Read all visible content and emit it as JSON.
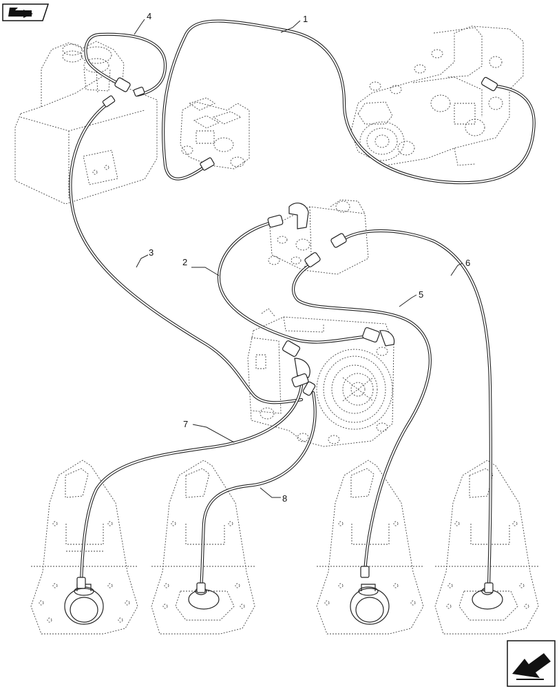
{
  "diagram": {
    "callouts": [
      {
        "id": "1",
        "label": "1"
      },
      {
        "id": "2",
        "label": "2"
      },
      {
        "id": "3",
        "label": "3"
      },
      {
        "id": "4",
        "label": "4"
      },
      {
        "id": "5",
        "label": "5"
      },
      {
        "id": "6",
        "label": "6"
      },
      {
        "id": "7",
        "label": "7"
      },
      {
        "id": "8",
        "label": "8"
      }
    ],
    "icons": {
      "top_left": "book-navigation-icon",
      "bottom_right": "return-arrow-icon"
    }
  }
}
